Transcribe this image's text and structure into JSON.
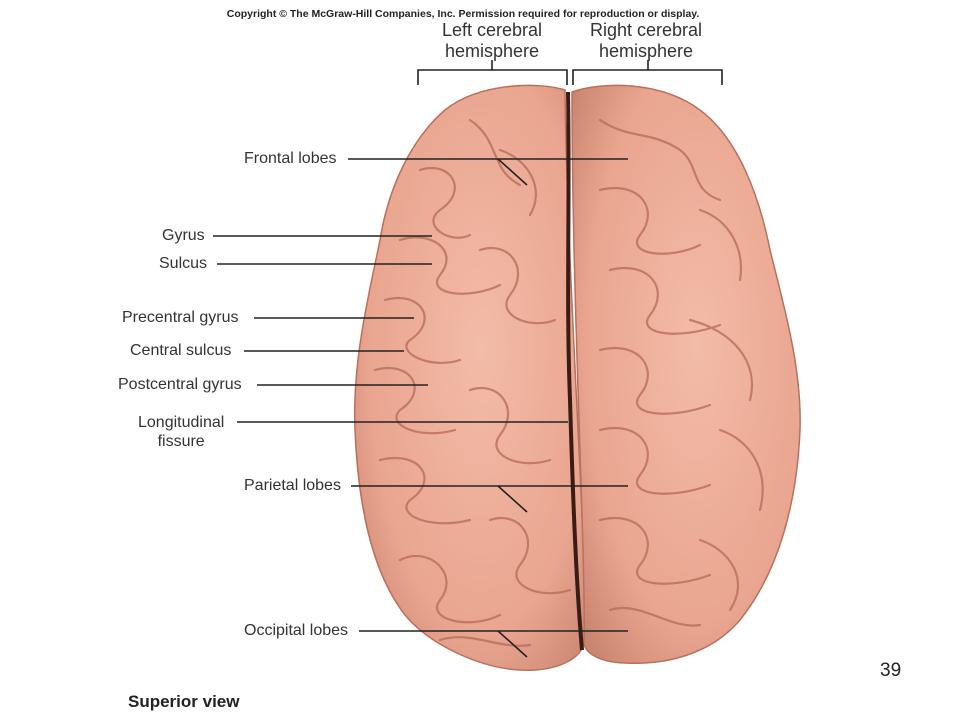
{
  "copyright": "Copyright © The McGraw-Hill Companies, Inc. Permission required for reproduction or display.",
  "hemispheres": {
    "left": [
      "Left cerebral",
      "hemisphere"
    ],
    "right": [
      "Right cerebral",
      "hemisphere"
    ]
  },
  "labels": {
    "frontal": "Frontal lobes",
    "gyrus": "Gyrus",
    "sulcus": "Sulcus",
    "precentral": "Precentral gyrus",
    "central": "Central sulcus",
    "postcentral": "Postcentral gyrus",
    "longitudinal": [
      "Longitudinal",
      "fissure"
    ],
    "parietal": "Parietal lobes",
    "occipital": "Occipital lobes"
  },
  "caption": "Superior view",
  "page_number": "39",
  "colors": {
    "brain": "#e9a58f",
    "brain_dark": "#c97b67",
    "fissure": "#3a1c14",
    "line": "#222222"
  }
}
